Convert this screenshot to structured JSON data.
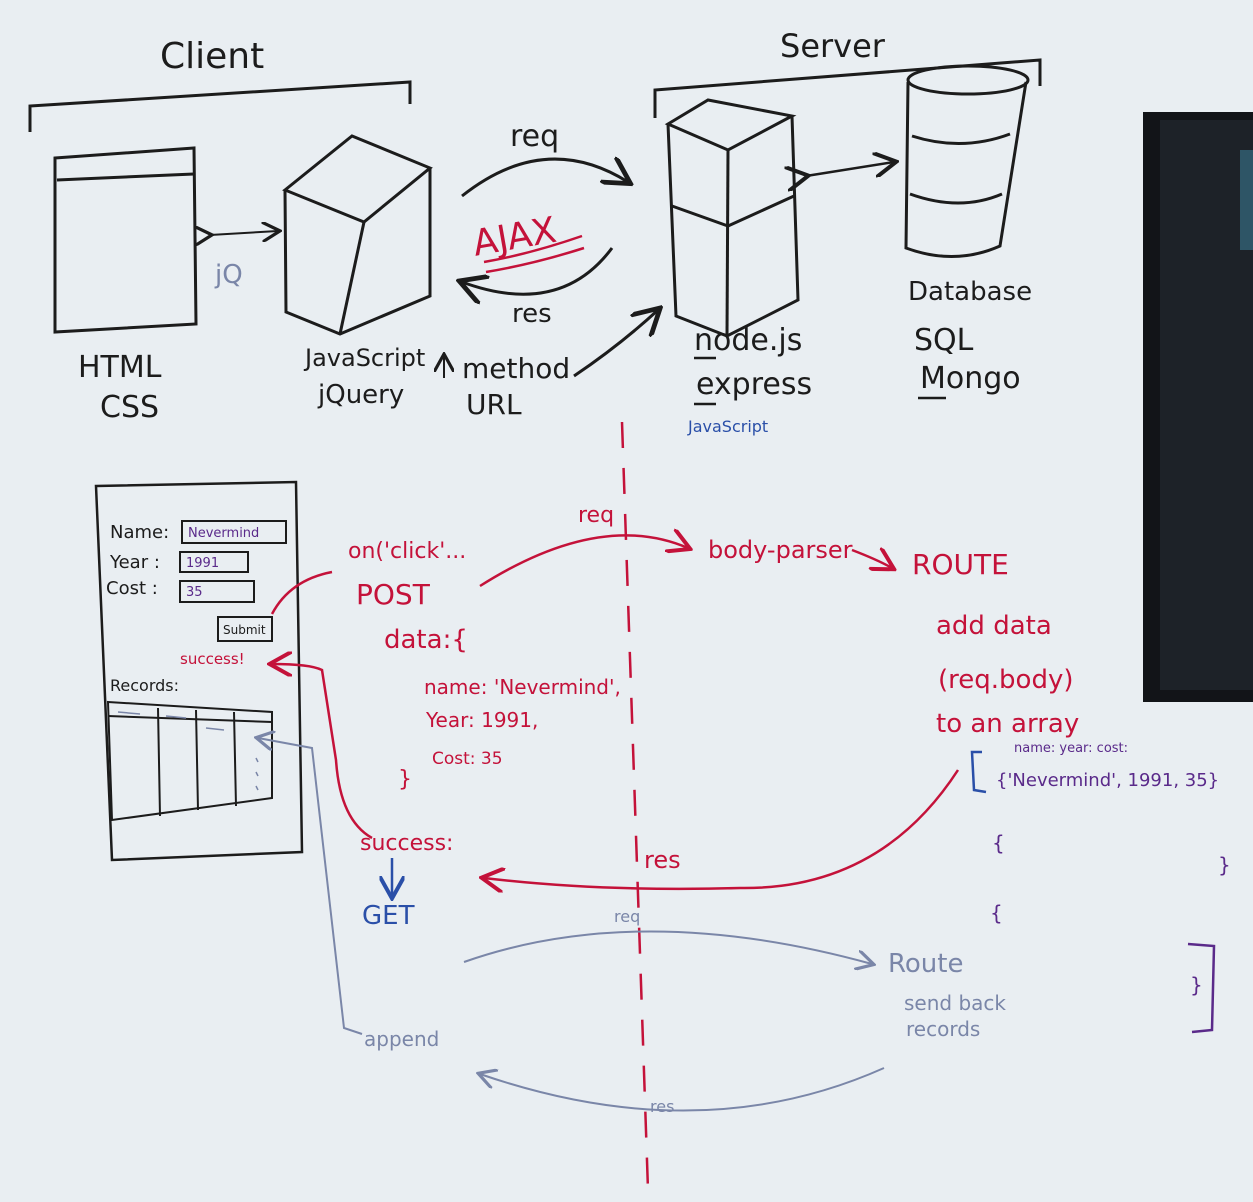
{
  "colors": {
    "marker_black": "#1c1c1c",
    "marker_red": "#c4123a",
    "marker_blue": "#2a4fa8",
    "marker_purple": "#5a2a8a",
    "board": "#e9eef2"
  },
  "top": {
    "client_label": "Client",
    "server_label": "Server",
    "html_css": [
      "HTML",
      "CSS"
    ],
    "jq_label": "jQ",
    "js_jquery": [
      "JavaScript",
      "jQuery"
    ],
    "req_label": "req",
    "ajax_label": "AJAX",
    "res_label": "res",
    "method_url": [
      "method",
      "URL"
    ],
    "node_express": [
      "node.js",
      "express"
    ],
    "node_lang": "JavaScript",
    "database": [
      "Database",
      "SQL",
      "Mongo"
    ]
  },
  "form": {
    "name_label": "Name:",
    "name_value": "Nevermind",
    "year_label": "Year :",
    "year_value": "1991",
    "cost_label": "Cost :",
    "cost_value": "35",
    "submit_label": "Submit",
    "success_msg": "success!",
    "records_label": "Records:"
  },
  "flow": {
    "onclick": "on('click'...",
    "post": "POST",
    "data_open": "data:{",
    "name_line": "name: 'Nevermind',",
    "year_line": "Year: 1991,",
    "cost_line": "Cost: 35",
    "data_close": "}",
    "success": "success:",
    "req_red": "req",
    "body_parser": "body-parser",
    "route": "ROUTE",
    "route_desc": [
      "add data",
      "(req.body)",
      "to an array"
    ],
    "res_red": "res",
    "get": "GET",
    "req_blue": "req",
    "route_blue": "Route",
    "send_back": [
      "send back",
      "records"
    ],
    "append": "append",
    "res_blue": "res"
  },
  "array": {
    "keys": "name:   year:  cost:",
    "first": "{'Nevermind', 1991, 35}",
    "brace": "{",
    "brace_close": "}"
  }
}
